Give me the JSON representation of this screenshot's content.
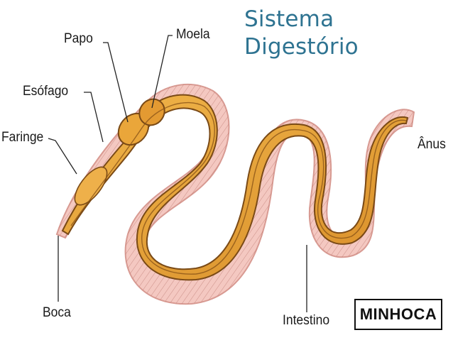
{
  "title": {
    "line1": "Sistema",
    "line2": "Digestório"
  },
  "labels": {
    "papo": "Papo",
    "moela": "Moela",
    "esofago": "Esófago",
    "faringe": "Faringe",
    "boca": "Boca",
    "intestino": "Intestino",
    "anus": "Ânus"
  },
  "badge": "MINHOCA",
  "colors": {
    "title": "#2e7391",
    "body_wall": "#f4c8c1",
    "body_outline": "#d89a92",
    "gut_fill": "#e8a53c",
    "gut_outline": "#7a4a16",
    "leader_lines": "#222222"
  }
}
